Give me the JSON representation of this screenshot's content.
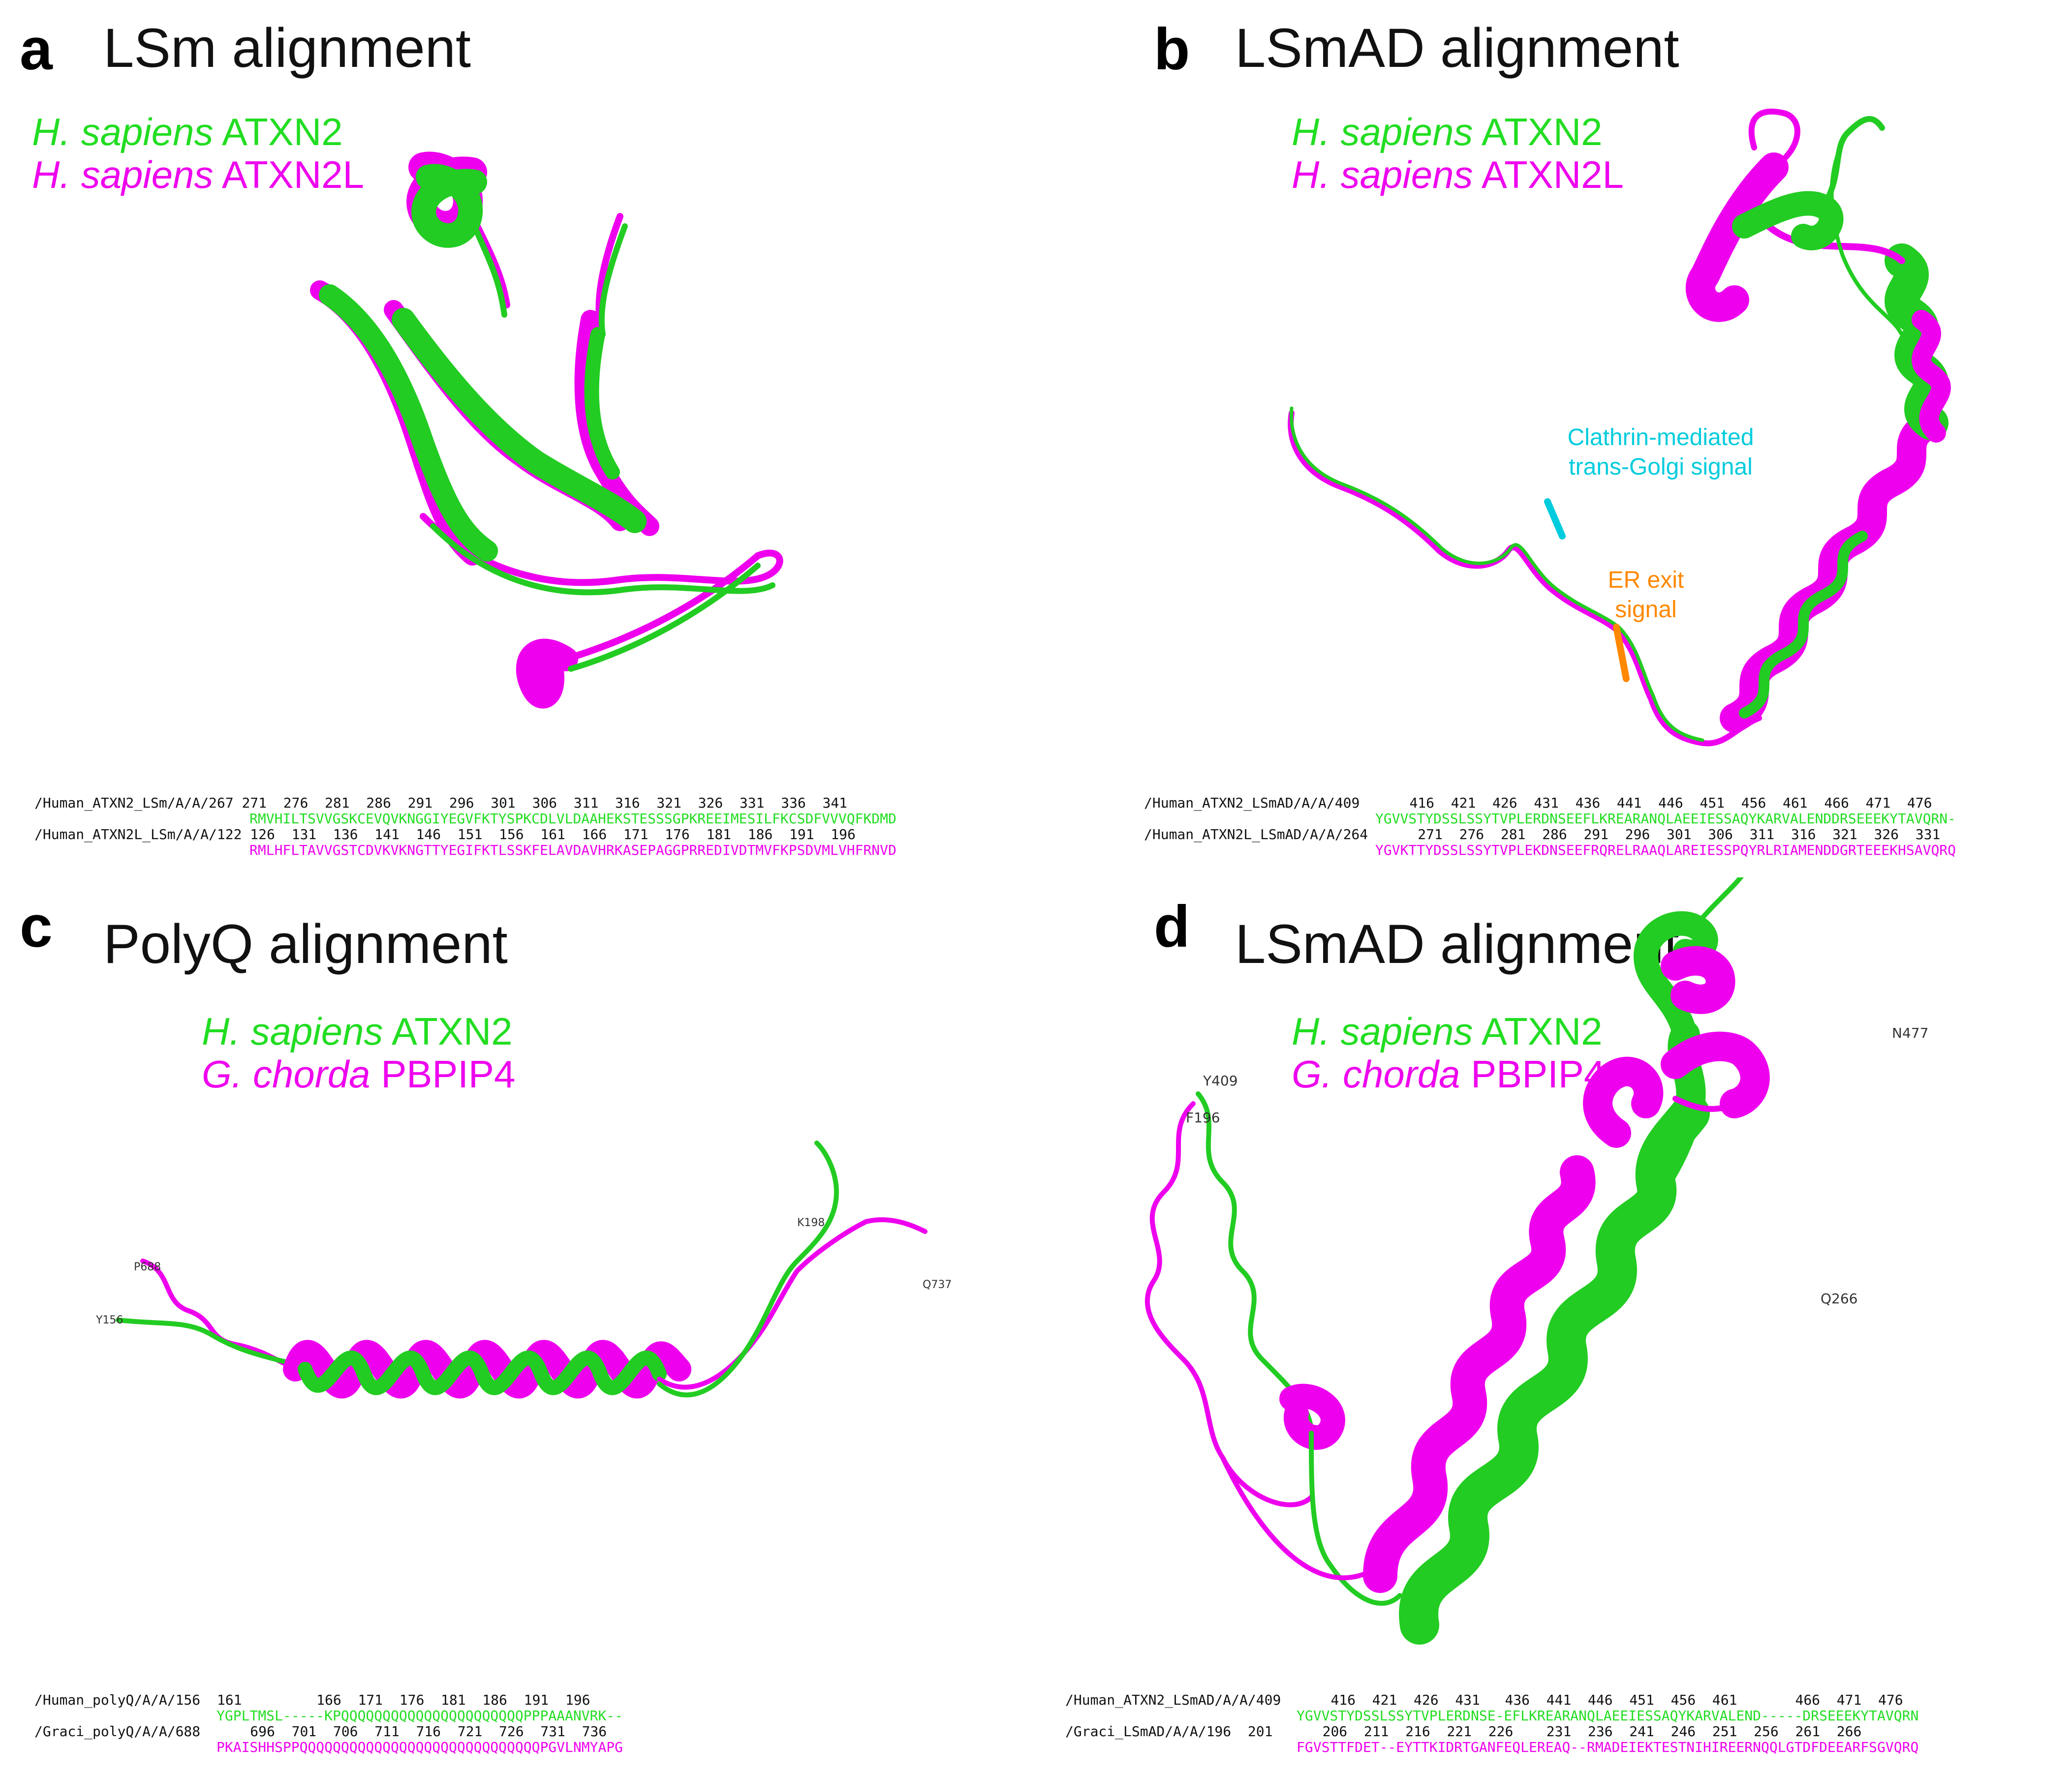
{
  "panels": {
    "a": {
      "letter": "a",
      "title": "LSm alignment",
      "legend": [
        {
          "species": "H. sapiens",
          "protein": "ATXN2",
          "color": "#22dd22"
        },
        {
          "species": "H. sapiens",
          "protein": "ATXN2L",
          "color": "#ee00ee"
        }
      ],
      "alignment": {
        "row1_label": "/Human_ATXN2_LSm/A/A/",
        "row1_numbers": "267 271  276  281  286  291  296  301  306  311  316  321  326  331  336  341",
        "row1_seq": "RMVHILTSVVGSKCEVQVKNGGIYEGVFKTYSPKCDLVLDAAHEKSTESSSGPKREEIMESILFKCSDFVVVQFKDMD",
        "row2_label": "/Human_ATXN2L_LSm/A/A/",
        "row2_numbers": "122 126  131  136  141  146  151  156  161  166  171  176  181  186  191  196",
        "row2_seq": "RMLHFLTAVVGSTCDVKVKNGTTYEGIFKTLSSKFELAVDAVHRKASEPAGGPRREDIVDTMVFKPSDVMLVHFRNVD"
      }
    },
    "b": {
      "letter": "b",
      "title": "LSmAD alignment",
      "legend": [
        {
          "species": "H. sapiens",
          "protein": "ATXN2",
          "color": "#22dd22"
        },
        {
          "species": "H. sapiens",
          "protein": "ATXN2L",
          "color": "#ee00ee"
        }
      ],
      "annotations": {
        "clathrin": "Clathrin-mediated trans-Golgi signal",
        "er_exit": "ER exit signal"
      },
      "alignment": {
        "row1_label": "/Human_ATXN2_LSmAD/A/A/",
        "row1_numbers": "409      416  421  426  431  436  441  446  451  456  461  466  471  476",
        "row1_seq": "YGVVSTYDSSLSSYTVPLERDNSEEFLKREARANQLAEEIESSAQYKARVALENDDRSEEEKYTAVQRN-",
        "row2_label": "/Human_ATXN2L_LSmAD/A/A/",
        "row2_numbers": "264      271  276  281  286  291  296  301  306  311  316  321  326  331",
        "row2_seq": "YGVKTTYDSSLSSYTVPLEKDNSEEFRQRELRAAQLAREIESSPQYRLRIAMENDDGRTEEEKHSAVQRQ"
      }
    },
    "c": {
      "letter": "c",
      "title": "PolyQ alignment",
      "legend": [
        {
          "species": "H. sapiens",
          "protein": "ATXN2",
          "color": "#22dd22"
        },
        {
          "species": "G. chorda",
          "protein": "PBPIP4",
          "color": "#ee00ee"
        }
      ],
      "residue_labels": [
        "P688",
        "Y156",
        "K198",
        "Q737"
      ],
      "alignment": {
        "row1_label": "/Human_polyQ/A/A/",
        "row1_numbers": "156  161         166  171  176  181  186  191  196",
        "row1_seq": "YGPLTMSL-----KPQQQQQQQQQQQQQQQQQQQQQQPPPAAANVRK--",
        "row2_label": "/Graci_polyQ/A/A/",
        "row2_numbers": "688      696  701  706  711  716  721  726  731  736",
        "row2_seq": "PKAISHHSPPQQQQQQQQQQQQQQQQQQQQQQQQQQQQQPGVLNMYAPG"
      }
    },
    "d": {
      "letter": "d",
      "title": "LSmAD alignment",
      "legend": [
        {
          "species": "H. sapiens",
          "protein": "ATXN2",
          "color": "#22dd22"
        },
        {
          "species": "G. chorda",
          "protein": "PBPIP4",
          "color": "#ee00ee"
        }
      ],
      "residue_labels": [
        "Y409",
        "F196",
        "N477",
        "Q266"
      ],
      "alignment": {
        "row1_label": "/Human_ATXN2_LSmAD/A/A/",
        "row1_numbers": "409      416  421  426  431   436  441  446  451  456  461       466  471  476",
        "row1_seq": "YGVVSTYDSSLSSYTVPLERDNSE-EFLKREARANQLAEEIESSAQYKARVALEND-----DRSEEEKYTAVQRN",
        "row2_label": "/Graci_LSmAD/A/A/",
        "row2_numbers": "196  201      206  211  216  221  226    231  236  241  246  251  256  261  266",
        "row2_seq": "FGVSTTFDET--EYTTKIDRTGANFEQLEREAQ--RMADEIEKTESTNIHIREERNQQLGTDFDEEARFSGVQRQ"
      }
    }
  },
  "colors": {
    "atxn2": "#22dd22",
    "partner": "#ee00ee",
    "unaligned": "#999999",
    "clathrin": "#00ccdd",
    "er_exit": "#ff8800"
  }
}
